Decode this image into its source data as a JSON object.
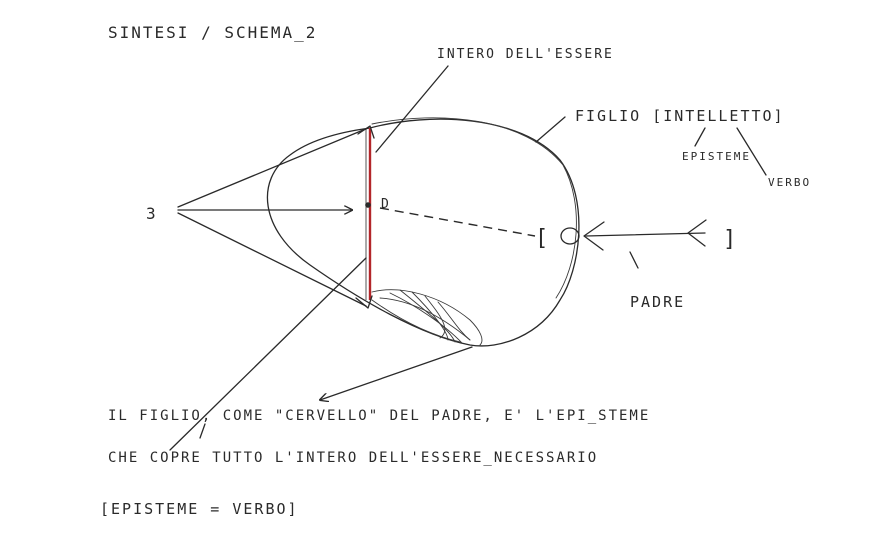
{
  "title": "SINTESI / SCHEMA_2",
  "labels": {
    "intero_essere": "INTERO DELL'ESSERE",
    "figlio": "FIGLIO [INTELLETTO]",
    "episteme": "EPISTEME",
    "verbo": "VERBO",
    "padre": "PADRE",
    "left_mark": "3",
    "center_mark": "D",
    "bracket_left": "[",
    "bracket_right": "]"
  },
  "caption": {
    "line1": "IL FIGLIO, COME \"CERVELLO\" DEL PADRE, E' L'EPI_STEME",
    "line2": "CHE COPRE TUTTO L'INTERO DELL'ESSERE_NECESSARIO",
    "line3": "[EPISTEME = VERBO]"
  },
  "colors": {
    "ink": "#2a2a2a",
    "red_line": "#b3262a"
  }
}
